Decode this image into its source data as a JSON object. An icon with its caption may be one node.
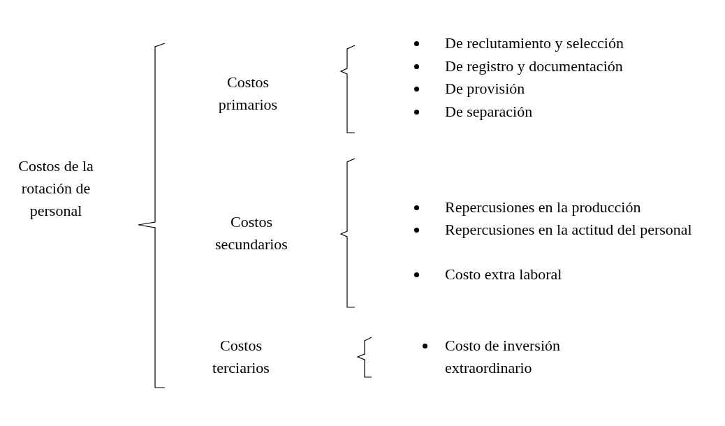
{
  "diagram": {
    "labels": [
      "Costos de la rotación de personal",
      "Costos primarios",
      "De reclutamiento y selección",
      "De registro y documentación",
      "De provisión",
      "De separación",
      "Costos secundarios",
      "Repercusiones en la producción",
      "Repercusiones en la actitud del personal",
      "Costo extra laboral",
      "Costos terciarios",
      "Costo de inversión extraordinario"
    ]
  }
}
